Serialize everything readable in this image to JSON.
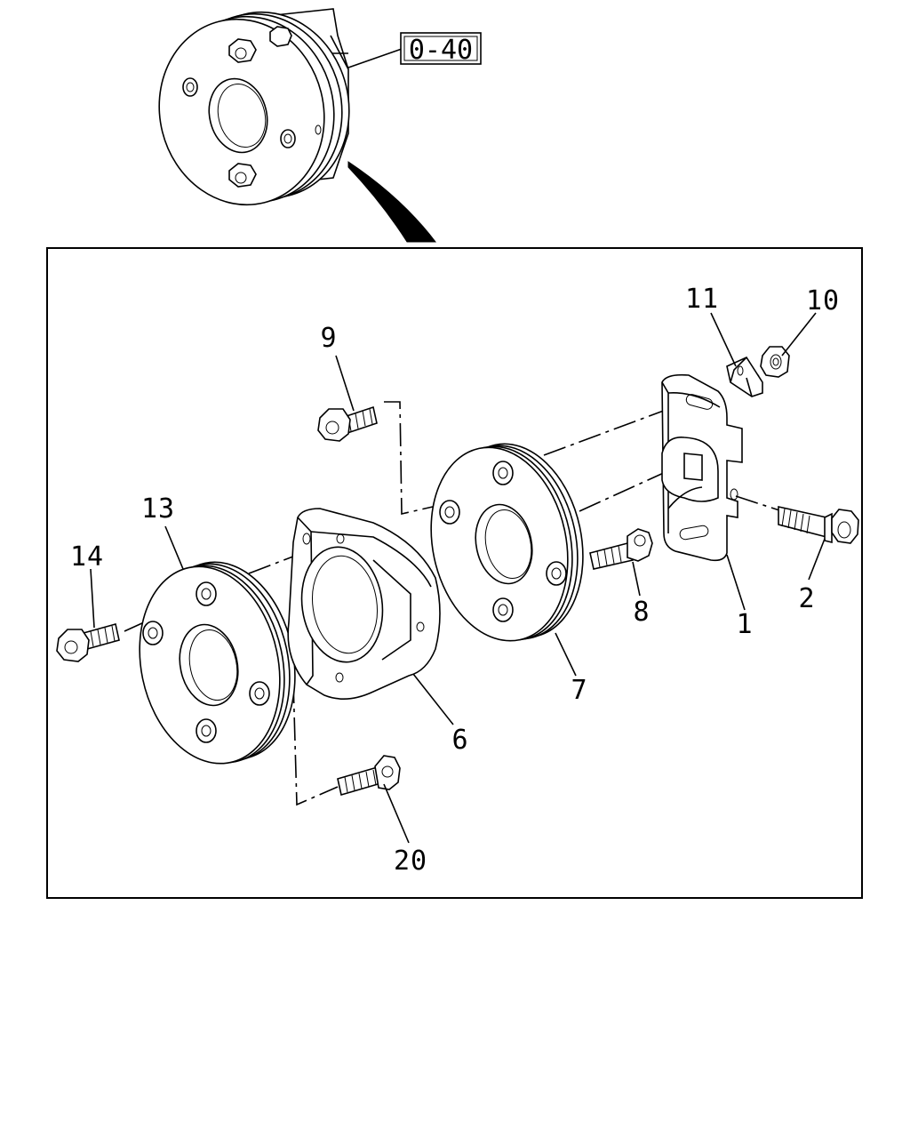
{
  "reference": {
    "label": "0-40"
  },
  "parts": [
    {
      "id": "p1",
      "label": "1"
    },
    {
      "id": "p2",
      "label": "2"
    },
    {
      "id": "p6",
      "label": "6"
    },
    {
      "id": "p7",
      "label": "7"
    },
    {
      "id": "p8",
      "label": "8"
    },
    {
      "id": "p9",
      "label": "9"
    },
    {
      "id": "p10",
      "label": "10"
    },
    {
      "id": "p11",
      "label": "11"
    },
    {
      "id": "p13",
      "label": "13"
    },
    {
      "id": "p14",
      "label": "14"
    },
    {
      "id": "p20",
      "label": "20"
    }
  ]
}
